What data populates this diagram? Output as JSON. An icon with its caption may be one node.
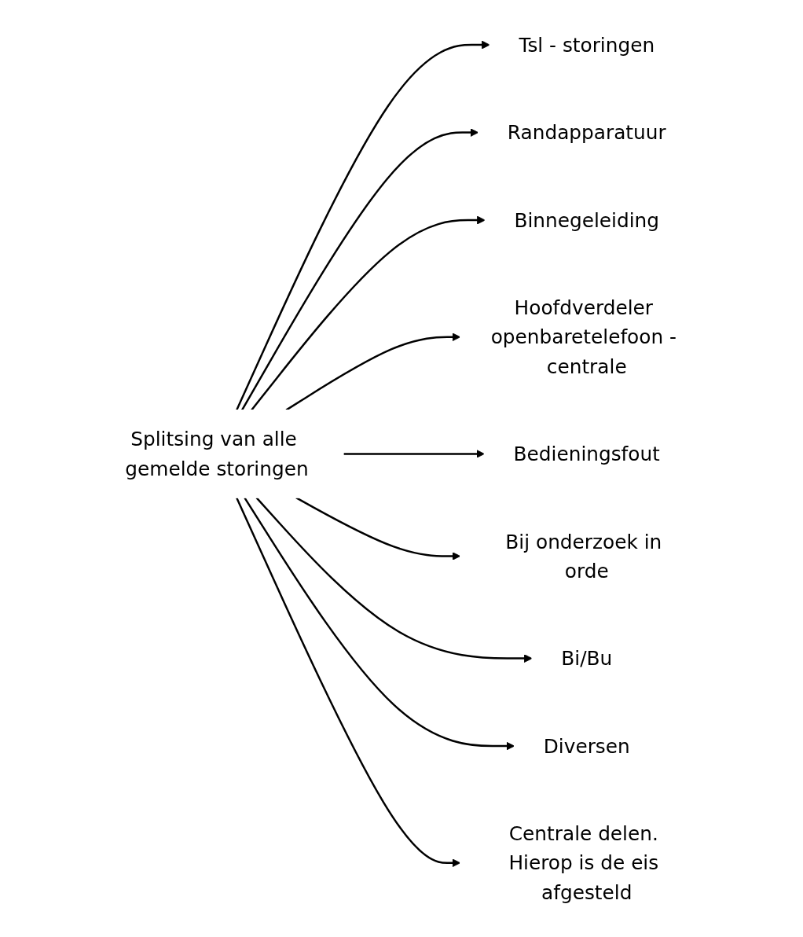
{
  "diagram": {
    "nodes": [
      {
        "text": [
          "Splitsing van alle gemelde storingen"
        ]
      },
      {
        "text": [
          "Tsl - storingen"
        ]
      },
      {
        "text": [
          "Randapparatuur"
        ]
      },
      {
        "text": [
          "Binnegeleiding"
        ]
      },
      {
        "text": [
          "Hoofdverdeler openbaretelefoon - centrale"
        ]
      },
      {
        "text": [
          "Bedieningsfout"
        ]
      },
      {
        "text": [
          "Bij onderzoek in orde"
        ]
      },
      {
        "text": [
          "Bi/Bu"
        ]
      },
      {
        "text": [
          "Diversen"
        ]
      },
      {
        "text": [
          "Centrale delen. Hierop is de eis afgesteld"
        ]
      }
    ],
    "edges": [
      {
        "from": 0,
        "to": 1,
        "arrow": "to"
      },
      {
        "from": 0,
        "to": 2,
        "arrow": "to"
      },
      {
        "from": 0,
        "to": 3,
        "arrow": "to"
      },
      {
        "from": 0,
        "to": 4,
        "arrow": "to"
      },
      {
        "from": 0,
        "to": 5,
        "arrow": "to"
      },
      {
        "from": 0,
        "to": 6,
        "arrow": "to"
      },
      {
        "from": 0,
        "to": 7,
        "arrow": "to"
      },
      {
        "from": 0,
        "to": 8,
        "arrow": "to"
      },
      {
        "from": 0,
        "to": 9,
        "arrow": "to"
      }
    ]
  }
}
